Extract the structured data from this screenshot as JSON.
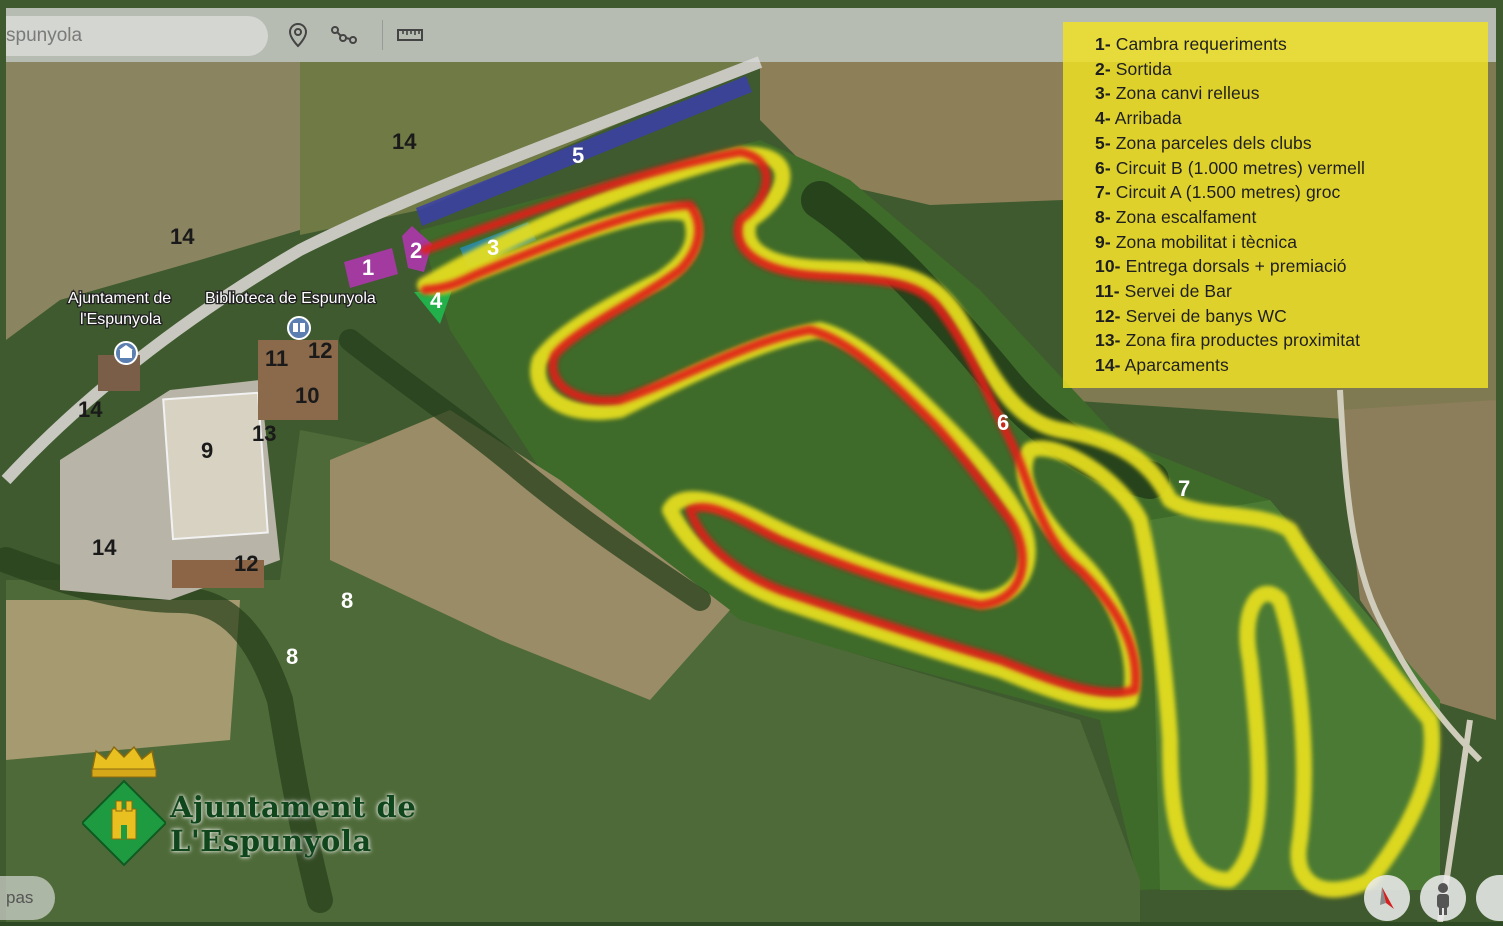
{
  "search": {
    "text": "spunyola"
  },
  "toolbar": {
    "icons": [
      "map-pin-icon",
      "route-icon",
      "ruler-icon"
    ]
  },
  "legend": {
    "items": [
      {
        "num": "1-",
        "label": "Cambra requeriments"
      },
      {
        "num": "2-",
        "label": "Sortida"
      },
      {
        "num": "3-",
        "label": "Zona canvi relleus"
      },
      {
        "num": "4-",
        "label": "Arribada"
      },
      {
        "num": "5-",
        "label": "Zona parceles dels clubs"
      },
      {
        "num": "6-",
        "label": "Circuit B (1.000 metres) vermell"
      },
      {
        "num": "7-",
        "label": "Circuit A (1.500 metres) groc"
      },
      {
        "num": "8-",
        "label": "Zona escalfament"
      },
      {
        "num": "9-",
        "label": "Zona mobilitat i tècnica"
      },
      {
        "num": "10-",
        "label": "Entrega dorsals + premiació"
      },
      {
        "num": "11-",
        "label": "Servei de Bar"
      },
      {
        "num": "12-",
        "label": "Servei de banys WC"
      },
      {
        "num": "13-",
        "label": "Zona fira productes proximitat"
      },
      {
        "num": "14-",
        "label": "Aparcaments"
      }
    ]
  },
  "places": {
    "ajuntament_line1": "Ajuntament de",
    "ajuntament_line2": "l'Espunyola",
    "biblioteca": "Biblioteca de Espunyola"
  },
  "markers": {
    "m1": "1",
    "m2": "2",
    "m3": "3",
    "m4": "4",
    "m5": "5",
    "m6": "6",
    "m7": "7",
    "m8a": "8",
    "m8b": "8",
    "m9": "9",
    "m10": "10",
    "m11": "11",
    "m12a": "12",
    "m12b": "12",
    "m13": "13",
    "m14a": "14",
    "m14b": "14",
    "m14c": "14",
    "m14d": "14"
  },
  "logo": {
    "line1": "Ajuntament de",
    "line2": "L'Espunyola"
  },
  "bottom": {
    "left_text": "pas"
  },
  "colors": {
    "circuit_a": "#e6e020",
    "circuit_b": "#e0201a",
    "zone_clubs": "#3a3fa8",
    "zone_relleus": "#2a8aa8",
    "zone_cambra": "#a23aa0",
    "zone_arribada": "#22b04a",
    "legend_bg": "#eee026"
  }
}
